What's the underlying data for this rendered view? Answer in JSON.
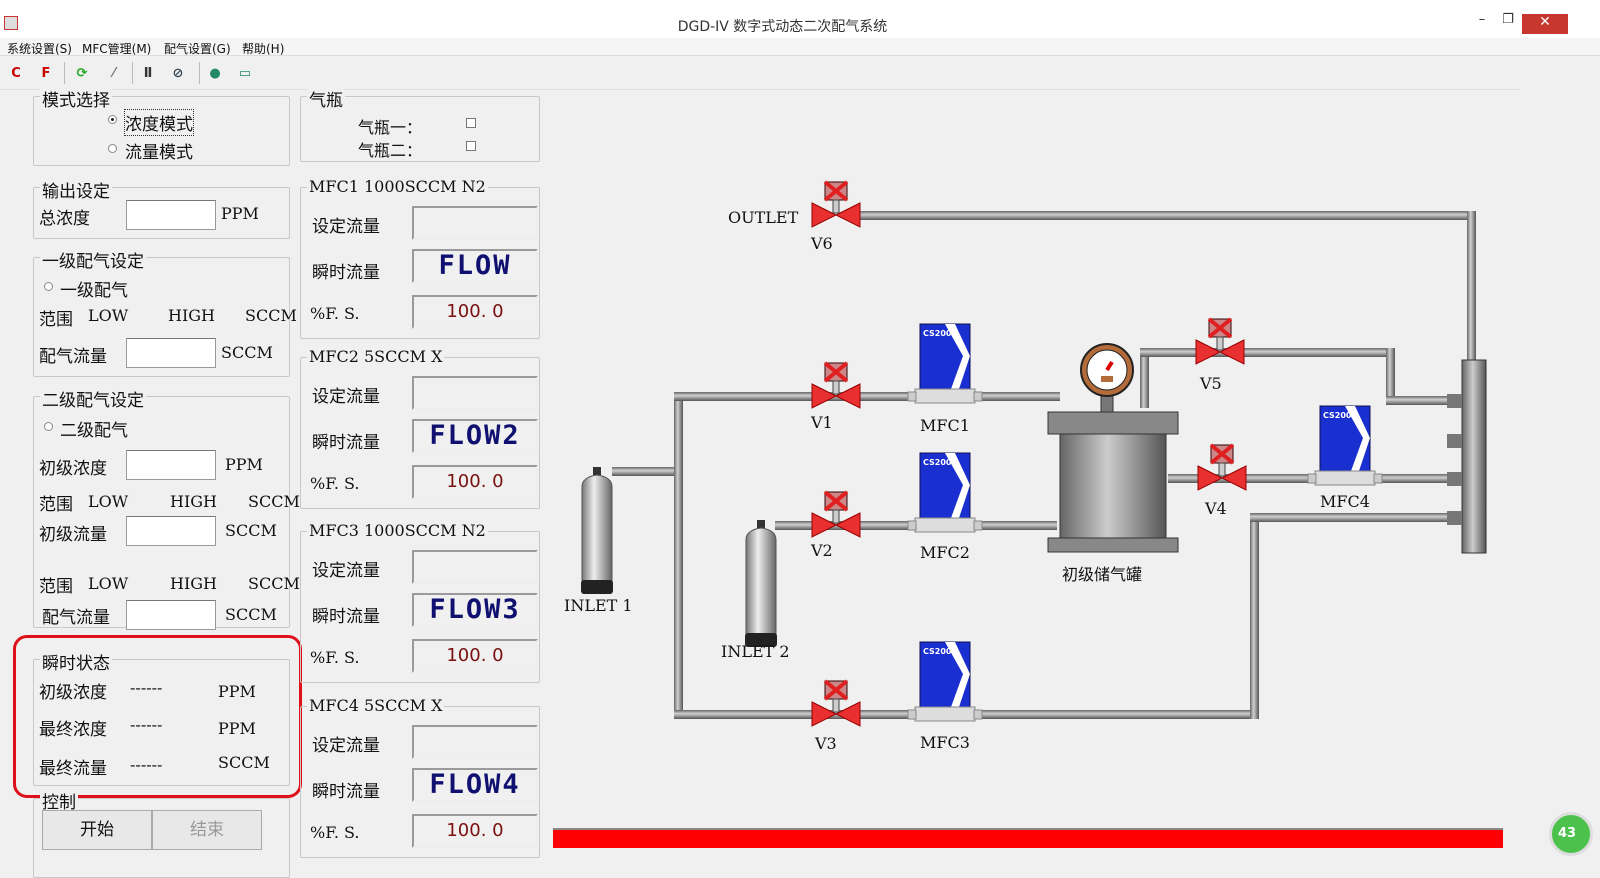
{
  "window": {
    "title": "DGD-IV 数字式动态二次配气系统",
    "minimize": "–",
    "restore": "❐",
    "close": "✕"
  },
  "menu": [
    "系统设置(S)",
    "MFC管理(M)",
    "配气设置(G)",
    "帮助(H)"
  ],
  "toolbar": {
    "icons": [
      "config-c-icon",
      "config-f-icon",
      "refresh-icon",
      "tool-icon",
      "pillar-icon",
      "disconnect-icon",
      "help-icon",
      "chat-icon"
    ]
  },
  "mode": {
    "legend": "模式选择",
    "options": [
      "浓度模式",
      "流量模式"
    ],
    "selected": 0
  },
  "cylinders": {
    "legend": "气瓶",
    "items": [
      "气瓶一：",
      "气瓶二："
    ]
  },
  "output": {
    "legend": "输出设定",
    "total_label": "总浓度",
    "total_value": "",
    "unit": "PPM"
  },
  "stage1": {
    "legend": "一级配气设定",
    "radio": "一级配气",
    "range_label": "范围",
    "low": "LOW",
    "high": "HIGH",
    "range_unit": "SCCM",
    "flow_label": "配气流量",
    "flow_value": "",
    "flow_unit": "SCCM"
  },
  "stage2": {
    "legend": "二级配气设定",
    "radio": "二级配气",
    "conc_label": "初级浓度",
    "conc_unit": "PPM",
    "range_label": "范围",
    "low": "LOW",
    "high": "HIGH",
    "range_unit": "SCCM",
    "init_flow_label": "初级流量",
    "init_flow_unit": "SCCM",
    "range2_label": "范围",
    "low2": "LOW",
    "high2": "HIGH",
    "range2_unit": "SCCM",
    "flow_label": "配气流量",
    "flow_unit": "SCCM"
  },
  "status": {
    "legend": "瞬时状态",
    "rows": [
      {
        "label": "初级浓度",
        "value": "------",
        "unit": "PPM"
      },
      {
        "label": "最终浓度",
        "value": "------",
        "unit": "PPM"
      },
      {
        "label": "最终流量",
        "value": "------",
        "unit": "SCCM"
      }
    ]
  },
  "control": {
    "legend": "控制",
    "start": "开始",
    "stop": "结束"
  },
  "mfcs": [
    {
      "title": "MFC1  1000SCCM N2",
      "set_label": "设定流量",
      "inst_label": "瞬时流量",
      "inst": "FLOW",
      "fs_label": "%F. S.",
      "fs": "100. 0"
    },
    {
      "title": "MFC2  5SCCM  X",
      "set_label": "设定流量",
      "inst_label": "瞬时流量",
      "inst": "FLOW2",
      "fs_label": "%F. S.",
      "fs": "100. 0"
    },
    {
      "title": "MFC3  1000SCCM  N2",
      "set_label": "设定流量",
      "inst_label": "瞬时流量",
      "inst": "FLOW3",
      "fs_label": "%F. S.",
      "fs": "100. 0"
    },
    {
      "title": "MFC4  5SCCM  X",
      "set_label": "设定流量",
      "inst_label": "瞬时流量",
      "inst": "FLOW4",
      "fs_label": "%F. S.",
      "fs": "100. 0"
    }
  ],
  "diagram": {
    "outlet": "OUTLET",
    "inlet1": "INLET  1",
    "inlet2": "INLET  2",
    "tank": "初级储气罐",
    "valves": [
      "V1",
      "V2",
      "V3",
      "V4",
      "V5",
      "V6"
    ],
    "mfcs": [
      "MFC1",
      "MFC2",
      "MFC3",
      "MFC4"
    ],
    "mfc_model": "CS200"
  },
  "colors": {
    "highlight": "#e0101a",
    "progress": "#ff0000",
    "lcd": "#101070",
    "mfc": "#1a2fd0",
    "valve": "#e02020"
  },
  "progress_badge": "43"
}
